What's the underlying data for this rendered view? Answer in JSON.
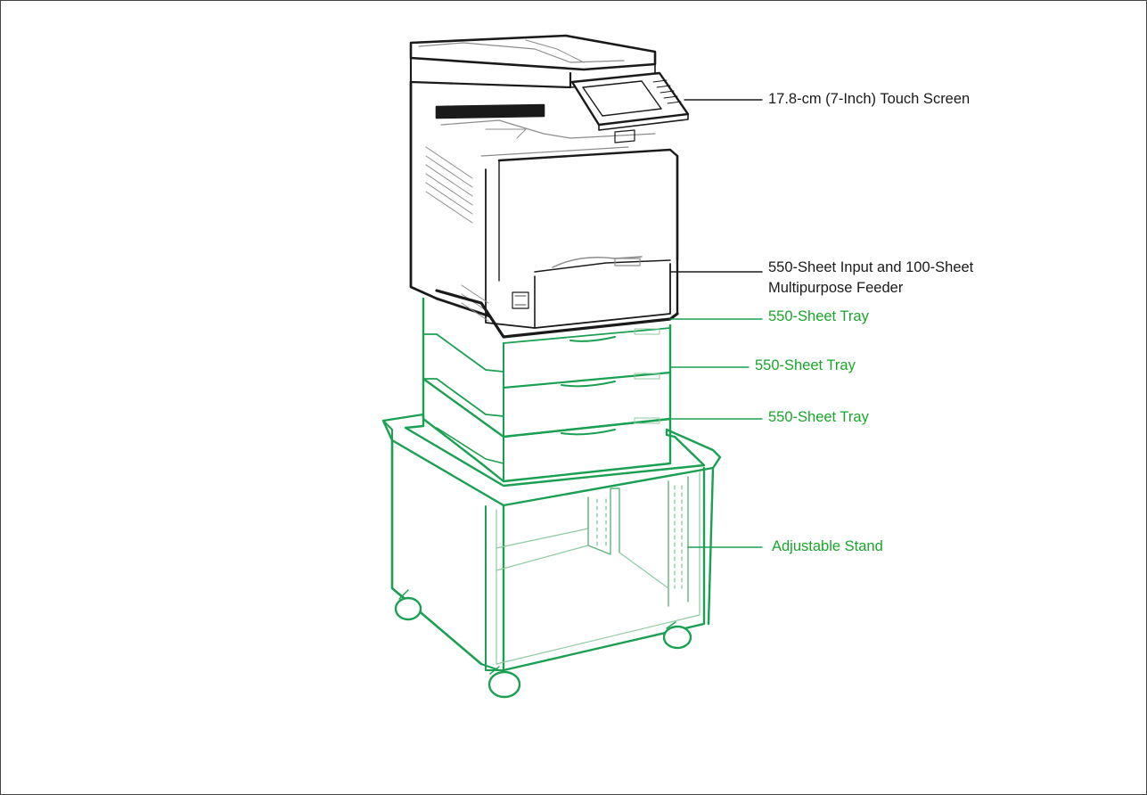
{
  "callouts": {
    "touch_screen": "17.8-cm (7-Inch) Touch Screen",
    "input_feeder_line1": "550-Sheet Input and 100-Sheet",
    "input_feeder_line2": "Multipurpose Feeder",
    "tray_1": "550-Sheet Tray",
    "tray_2": "550-Sheet Tray",
    "tray_3": "550-Sheet Tray",
    "stand": "Adjustable Stand"
  },
  "colors": {
    "printer_outline": "#1a1a1a",
    "option_outline": "#1aa052",
    "option_label": "#1aa52c",
    "detail_line": "#8c8c8c"
  }
}
